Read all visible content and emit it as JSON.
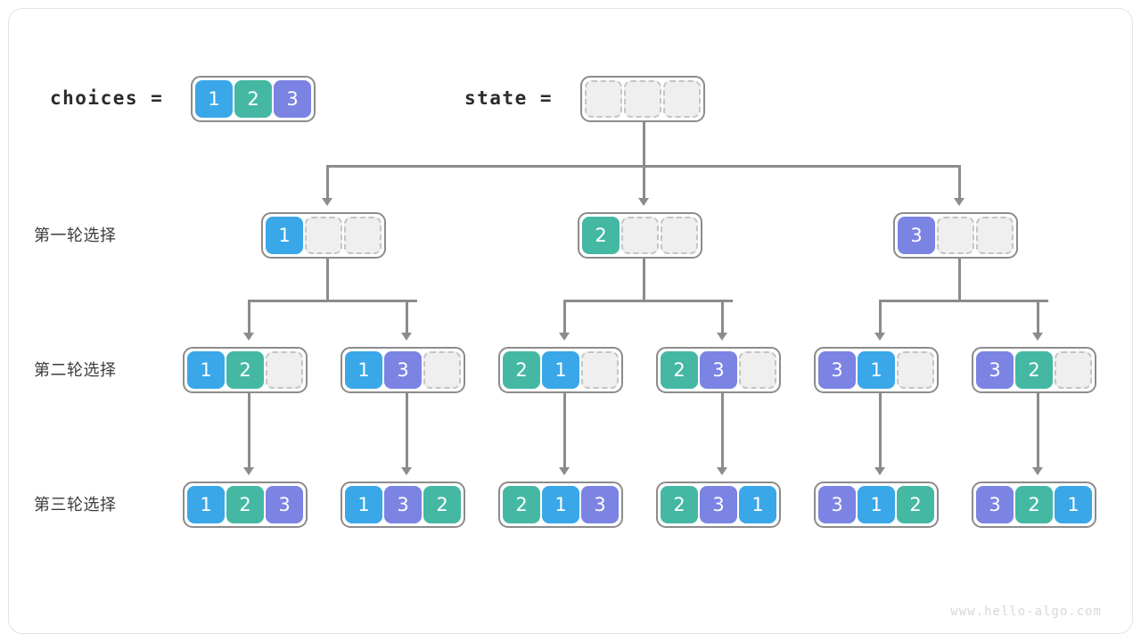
{
  "diagram": {
    "title": "permutation-backtracking-tree",
    "watermark": "www.hello-algo.com",
    "colors": {
      "value_1": "#39a7e8",
      "value_2": "#45b8a4",
      "value_3": "#7b83e3",
      "empty_cell": "#efefef",
      "box_border": "#8c8c8c",
      "connector": "#8c8c8c",
      "frame": "#e3e3e3",
      "text": "#2b2b2b",
      "watermark": "#d8d8d8"
    }
  },
  "header": {
    "choices_label": "choices  =",
    "choices_cells": [
      "1",
      "2",
      "3"
    ],
    "state_label": "state  =",
    "state_cells": [
      "",
      "",
      ""
    ]
  },
  "rows": [
    {
      "label": "第一轮选择",
      "nodes": [
        {
          "cells": [
            "1",
            "",
            ""
          ]
        },
        {
          "cells": [
            "2",
            "",
            ""
          ]
        },
        {
          "cells": [
            "3",
            "",
            ""
          ]
        }
      ]
    },
    {
      "label": "第二轮选择",
      "nodes": [
        {
          "cells": [
            "1",
            "2",
            ""
          ]
        },
        {
          "cells": [
            "1",
            "3",
            ""
          ]
        },
        {
          "cells": [
            "2",
            "1",
            ""
          ]
        },
        {
          "cells": [
            "2",
            "3",
            ""
          ]
        },
        {
          "cells": [
            "3",
            "1",
            ""
          ]
        },
        {
          "cells": [
            "3",
            "2",
            ""
          ]
        }
      ]
    },
    {
      "label": "第三轮选择",
      "nodes": [
        {
          "cells": [
            "1",
            "2",
            "3"
          ]
        },
        {
          "cells": [
            "1",
            "3",
            "2"
          ]
        },
        {
          "cells": [
            "2",
            "1",
            "3"
          ]
        },
        {
          "cells": [
            "2",
            "3",
            "1"
          ]
        },
        {
          "cells": [
            "3",
            "1",
            "2"
          ]
        },
        {
          "cells": [
            "3",
            "2",
            "1"
          ]
        }
      ]
    }
  ]
}
